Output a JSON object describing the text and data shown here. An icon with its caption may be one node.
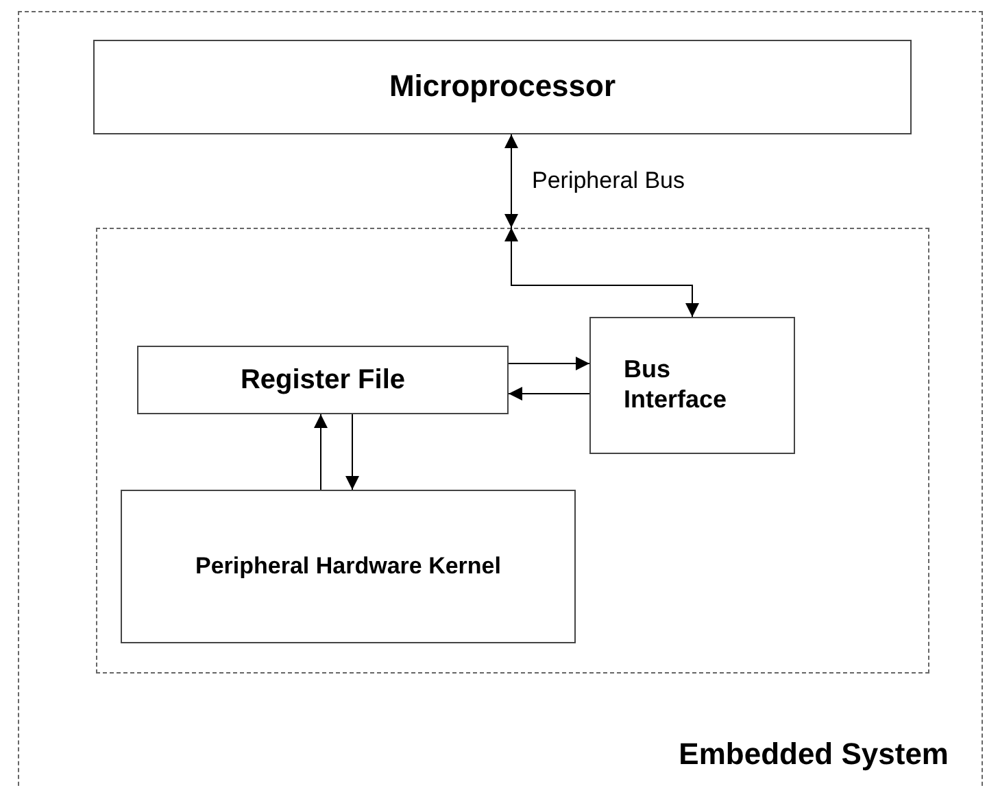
{
  "diagram": {
    "nodes": [
      {
        "text": [
          "Embedded System"
        ]
      },
      {
        "text": [
          "Microprocessor"
        ],
        "in": 0
      },
      {
        "text": [],
        "shape": "box",
        "in": 0
      },
      {
        "text": [
          "Register File"
        ],
        "in": 2
      },
      {
        "text": [
          "Bus Interface"
        ],
        "in": 2
      },
      {
        "text": [
          "Peripheral Hardware Kernel"
        ],
        "in": 2
      }
    ],
    "edges": [
      {
        "from": 1,
        "to": 2,
        "arrow": "both",
        "label": "Peripheral Bus"
      },
      {
        "from": 2,
        "to": 4,
        "arrow": "both"
      },
      {
        "from": 3,
        "to": 4,
        "arrow": "to"
      },
      {
        "from": 4,
        "to": 3,
        "arrow": "to"
      },
      {
        "from": 5,
        "to": 3,
        "arrow": "to"
      },
      {
        "from": 3,
        "to": 5,
        "arrow": "to"
      }
    ]
  }
}
